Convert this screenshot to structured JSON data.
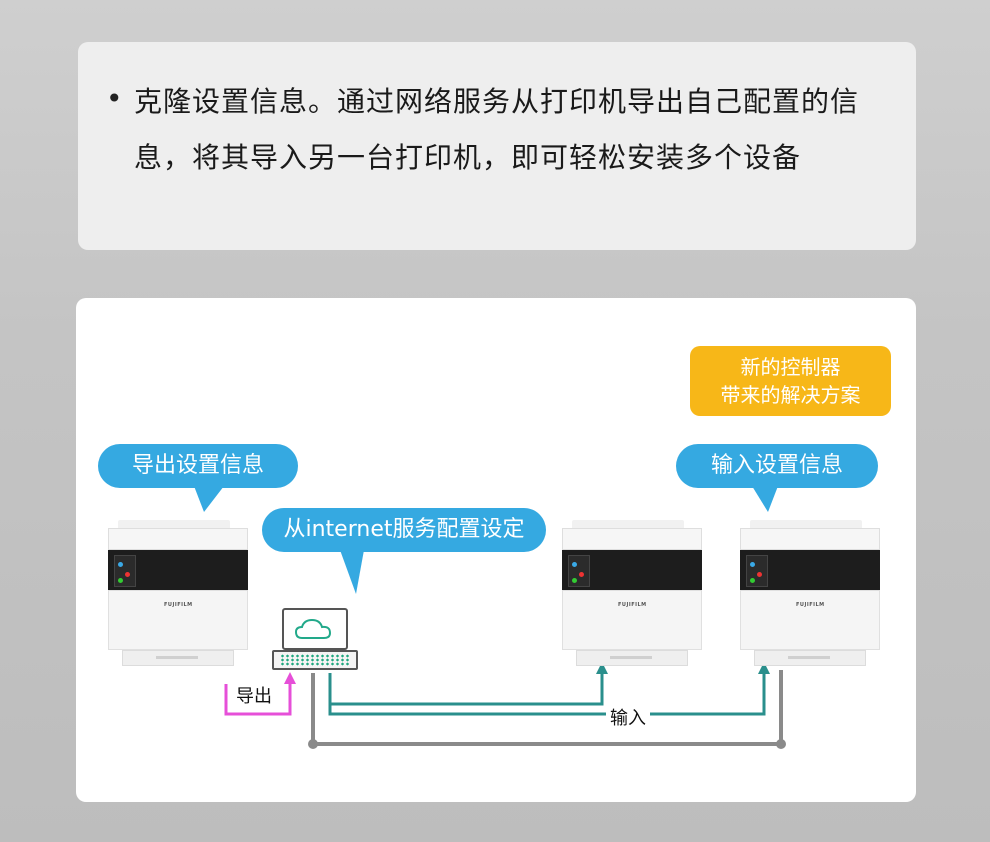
{
  "bullet": {
    "dot": "•",
    "text": "克隆设置信息。通过网络服务从打印机导出自己配置的信息，将其导入另一台打印机，即可轻松安装多个设备"
  },
  "diagram": {
    "note": {
      "line1": "新的控制器",
      "line2": "带来的解决方案"
    },
    "bubble_export": "导出设置信息",
    "bubble_internet": "从internet服务配置设定",
    "bubble_import": "输入设置信息",
    "label_export": "导出",
    "label_import": "输入",
    "printer_brand": "FUJIFILM",
    "colors": {
      "bubble": "#35a9e1",
      "note": "#f7b718",
      "export_line": "#e64fd8",
      "import_line": "#2a8f8c",
      "network_line": "#8a8a8a",
      "cloud": "#22a98a"
    },
    "icons": [
      "printer-icon",
      "laptop-icon",
      "cloud-icon"
    ]
  }
}
